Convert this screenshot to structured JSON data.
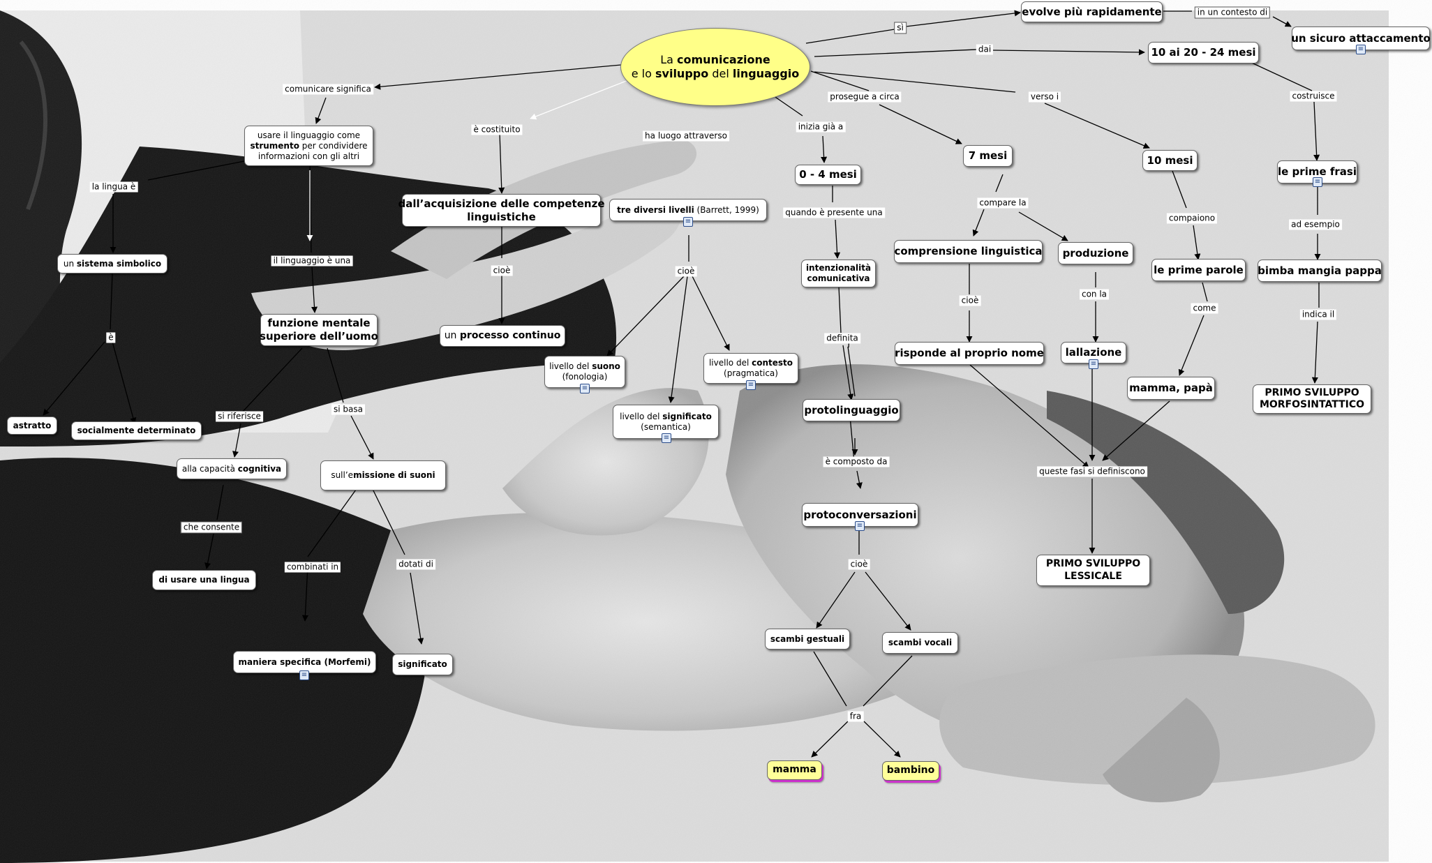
{
  "root": {
    "text_plain_1": "La",
    "text_bold_1": "comunicazione",
    "text_plain_2": "e lo",
    "text_bold_2": "sviluppo",
    "text_plain_3": "del",
    "text_bold_3": "linguaggio"
  },
  "nodes": {
    "n_evolve": "evolve più rapidamente",
    "n_attaccamento": "un sicuro attaccamento",
    "n_10_24": "10 ai 20 - 24 mesi",
    "n_strumento_1": "usare il linguaggio come",
    "n_strumento_b": "strumento",
    "n_strumento_2": "per condividere",
    "n_strumento_3": "informazioni con gli altri",
    "n_acquisizione_1": "dall’acquisizione delle competenze",
    "n_acquisizione_2": "linguistiche",
    "n_livelli_b": "tre diversi livelli",
    "n_livelli_p": "(Barrett, 1999)",
    "n_0_4": "0 - 4 mesi",
    "n_7": "7 mesi",
    "n_10": "10 mesi",
    "n_frasi": "le prime frasi",
    "n_sistema_p": "un",
    "n_sistema_b": "sistema simbolico",
    "n_funzione_1": "funzione mentale",
    "n_funzione_2": "superiore dell’uomo",
    "n_processo_p": "un",
    "n_processo_b": "processo continuo",
    "n_intenz_1": "intenzionalità",
    "n_intenz_2": "comunicativa",
    "n_comprensione": "comprensione linguistica",
    "n_produzione": "produzione",
    "n_parole": "le prime parole",
    "n_bimba": "bimba mangia pappa",
    "n_suono_p": "livello del",
    "n_suono_b": "suono",
    "n_suono_2": "(fonologia)",
    "n_contesto_p": "livello del",
    "n_contesto_b": "contesto",
    "n_contesto_2": "(pragmatica)",
    "n_significato_p": "livello del",
    "n_significato_b": "significato",
    "n_significato_2": "(semantica)",
    "n_nome": "risponde al proprio nome",
    "n_lallazione": "lallazione",
    "n_mamma_papa": "mamma, papà",
    "n_morfo_1": "PRIMO SVILUPPO",
    "n_morfo_2": "MORFOSINTATTICO",
    "n_astratto": "astratto",
    "n_sociale": "socialmente determinato",
    "n_protoling": "protolinguaggio",
    "n_cognitiva_p": "alla capacità",
    "n_cognitiva_b": "cognitiva",
    "n_emissione_p": "sull’e",
    "n_emissione_b": "missione di suoni",
    "n_usare": "di usare una lingua",
    "n_protoconv": "protoconversazioni",
    "n_lessicale_1": "PRIMO SVILUPPO",
    "n_lessicale_2": "LESSICALE",
    "n_gestuali": "scambi gestuali",
    "n_vocali": "scambi vocali",
    "n_morfemi": "maniera specifica (Morfemi)",
    "n_significato_leaf": "significato",
    "n_mamma": "mamma",
    "n_bambino": "bambino"
  },
  "labels": {
    "l_si": "sì",
    "l_contesto_di": "in un contesto di",
    "l_dai": "dai",
    "l_costruisce": "costruisce",
    "l_comunicare": "comunicare significa",
    "l_costituito": "è costituito",
    "l_luogo": "ha luogo attraverso",
    "l_inizia": "inizia già a",
    "l_prosegue": "prosegue a circa",
    "l_verso": "verso i",
    "l_lingua_e": "la lingua è",
    "l_cioe1": "cioè",
    "l_cioe2": "cioè",
    "l_quando": "quando è presente una",
    "l_compare": "compare la",
    "l_compaiono": "compaiono",
    "l_esempio": "ad esempio",
    "l_ling_una": "il linguaggio è una",
    "l_e": "è",
    "l_definita": "definita",
    "l_cioe3": "cioè",
    "l_con_la": "con la",
    "l_come": "come",
    "l_indica": "indica il",
    "l_riferisce": "si riferisce",
    "l_basa": "si basa",
    "l_composto": "è composto da",
    "l_fasi": "queste fasi si definiscono",
    "l_consente": "che consente",
    "l_cioe4": "cioè",
    "l_combinati": "combinati in",
    "l_dotati": "dotati di",
    "l_fra": "fra"
  },
  "colors": {
    "root_fill": "#ffff88",
    "highlight_fill": "#ffff99",
    "highlight_shadow": "#cc33cc",
    "line": "#000000"
  }
}
